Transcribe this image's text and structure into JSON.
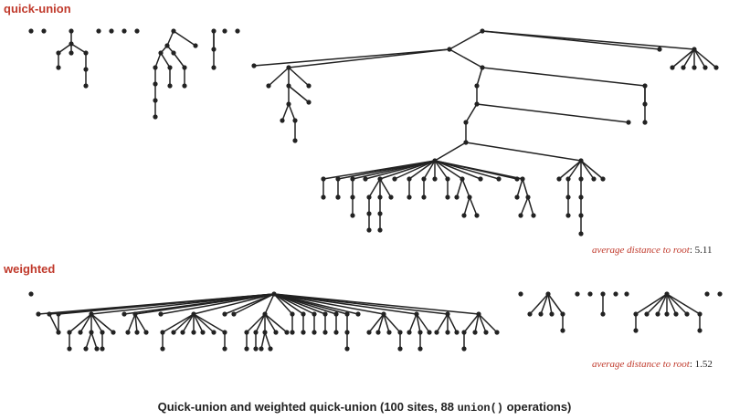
{
  "labels": {
    "quick_union": "quick-union",
    "weighted": "weighted"
  },
  "stats": {
    "quick_union": {
      "label": "average distance to root",
      "value": ": 5.11"
    },
    "weighted": {
      "label": "average distance to root",
      "value": ": 1.52"
    }
  },
  "caption": {
    "prefix": "Quick-union and weighted quick-union (100 sites, 88 ",
    "code": "union()",
    "suffix": " operations)"
  },
  "colors": {
    "accent": "#c0392b",
    "ink": "#222222"
  }
}
